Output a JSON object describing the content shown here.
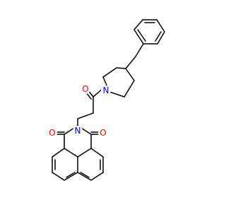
{
  "molecule": {
    "atoms": {
      "oxygen_amide": {
        "label": "O",
        "color": "#ff0000"
      },
      "nitrogen_piperidine": {
        "label": "N",
        "color": "#0000ff"
      },
      "nitrogen_imide": {
        "label": "N",
        "color": "#0000ff"
      },
      "oxygen_imide_left": {
        "label": "O",
        "color": "#ff0000"
      },
      "oxygen_imide_right": {
        "label": "O",
        "color": "#ff0000"
      }
    },
    "bond_color": "#000000"
  }
}
